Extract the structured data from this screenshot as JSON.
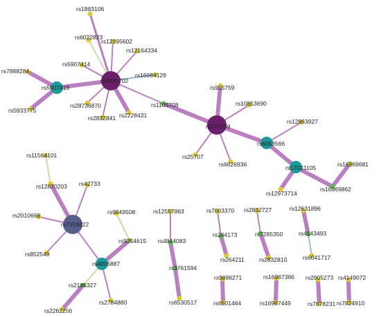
{
  "colors": {
    "edge_strong": "#b97fc0",
    "edge_weak": "#c8dca8",
    "edge_blue": "#9bb8d8",
    "node_purple": "#6b1f6b",
    "node_slate": "#565f8c",
    "node_teal": "#1e9a9a",
    "node_green": "#5bbd4e",
    "node_yellow": "#dccb30",
    "node_lime": "#a6d14a"
  },
  "nodes": [
    {
      "id": "rs1883106",
      "label": "rs1883106",
      "color": "node_yellow"
    },
    {
      "id": "rs6022823",
      "label": "rs6022823",
      "color": "node_yellow"
    },
    {
      "id": "rs12395602",
      "label": "rs12395602",
      "color": "node_yellow"
    },
    {
      "id": "rs12164334",
      "label": "rs12164334",
      "color": "node_yellow"
    },
    {
      "id": "rs5907414",
      "label": "rs5907414",
      "color": "node_yellow"
    },
    {
      "id": "rs7888284",
      "label": "rs7888284",
      "color": "node_yellow"
    },
    {
      "id": "rs5907419",
      "label": "rs5907419",
      "color": "node_teal",
      "big": 2
    },
    {
      "id": "rs5933702",
      "label": "rs5933702",
      "color": "node_purple",
      "big": 3
    },
    {
      "id": "rs16984129",
      "label": "rs16984129",
      "color": "node_yellow"
    },
    {
      "id": "rs5933775",
      "label": "rs5933775",
      "color": "node_yellow"
    },
    {
      "id": "rs28736870",
      "label": "rs28736870",
      "color": "node_yellow"
    },
    {
      "id": "rs2832841",
      "label": "rs2832841",
      "color": "node_yellow"
    },
    {
      "id": "rs2228431",
      "label": "rs2228431",
      "color": "node_yellow"
    },
    {
      "id": "rs1105708",
      "label": "rs1105708",
      "color": "node_green"
    },
    {
      "id": "rs915759",
      "label": "rs915759",
      "color": "node_yellow"
    },
    {
      "id": "rs10853690",
      "label": "rs10853690",
      "color": "node_yellow"
    },
    {
      "id": "rs723259",
      "label": "rs723259",
      "color": "node_purple",
      "big": 3
    },
    {
      "id": "rs25707",
      "label": "rs25707",
      "color": "node_yellow"
    },
    {
      "id": "rs6626936",
      "label": "rs6626936",
      "color": "node_yellow"
    },
    {
      "id": "rs12863927",
      "label": "rs12863927",
      "color": "node_yellow"
    },
    {
      "id": "rs6053566",
      "label": "rs6053566",
      "color": "node_teal",
      "big": 2
    },
    {
      "id": "rs17021105",
      "label": "rs17021105",
      "color": "node_teal",
      "big": 2
    },
    {
      "id": "rs12973714",
      "label": "rs12973714",
      "color": "node_yellow"
    },
    {
      "id": "rs16969681",
      "label": "rs16969681",
      "color": "node_yellow"
    },
    {
      "id": "rs16969862",
      "label": "rs16969862",
      "color": "node_green"
    },
    {
      "id": "rs11564101",
      "label": "rs11564101",
      "color": "node_yellow"
    },
    {
      "id": "rs12870203",
      "label": "rs12870203",
      "color": "node_yellow"
    },
    {
      "id": "rs42733",
      "label": "rs42733",
      "color": "node_yellow"
    },
    {
      "id": "rs2010668",
      "label": "rs2010668",
      "color": "node_yellow"
    },
    {
      "id": "rs7358822",
      "label": "rs7358822",
      "color": "node_slate",
      "big": 3
    },
    {
      "id": "rs852549",
      "label": "rs852549",
      "color": "node_yellow"
    },
    {
      "id": "rs9949508",
      "label": "rs9949508",
      "color": "node_yellow"
    },
    {
      "id": "rs9354615",
      "label": "rs9354615",
      "color": "node_lime"
    },
    {
      "id": "rs4806887",
      "label": "rs4806887",
      "color": "node_teal",
      "big": 2
    },
    {
      "id": "rs2186327",
      "label": "rs2186327",
      "color": "node_green"
    },
    {
      "id": "rs2262256",
      "label": "rs2262256",
      "color": "node_yellow"
    },
    {
      "id": "rs2784880",
      "label": "rs2784880",
      "color": "node_yellow"
    },
    {
      "id": "rs12557863",
      "label": "rs12557863",
      "color": "node_yellow"
    },
    {
      "id": "rs4844083",
      "label": "rs4844083",
      "color": "node_green"
    },
    {
      "id": "rs3761594",
      "label": "rs3761594",
      "color": "node_green"
    },
    {
      "id": "rs6530517",
      "label": "rs6530517",
      "color": "node_yellow"
    },
    {
      "id": "rs7003370",
      "label": "rs7003370",
      "color": "node_yellow"
    },
    {
      "id": "rs264173",
      "label": "rs264173",
      "color": "node_green"
    },
    {
      "id": "rs264211",
      "label": "rs264211",
      "color": "node_yellow"
    },
    {
      "id": "rs2832727",
      "label": "rs2832727",
      "color": "node_yellow"
    },
    {
      "id": "rs7285350",
      "label": "rs7285350",
      "color": "node_green"
    },
    {
      "id": "rs2832810",
      "label": "rs2832810",
      "color": "node_yellow"
    },
    {
      "id": "rs12631896",
      "label": "rs12631896",
      "color": "node_yellow"
    },
    {
      "id": "rs4143493",
      "label": "rs4143493",
      "color": "node_green"
    },
    {
      "id": "rs6041717",
      "label": "rs6041717",
      "color": "node_yellow"
    },
    {
      "id": "rs9896271",
      "label": "rs9896271",
      "color": "node_yellow"
    },
    {
      "id": "rs6501464",
      "label": "rs6501464",
      "color": "node_yellow"
    },
    {
      "id": "rs16967366",
      "label": "rs16967366",
      "color": "node_yellow"
    },
    {
      "id": "rs16967449",
      "label": "rs16967449",
      "color": "node_yellow"
    },
    {
      "id": "rs2905273",
      "label": "rs2905273",
      "color": "node_yellow"
    },
    {
      "id": "rs7878231",
      "label": "rs7878231",
      "color": "node_yellow"
    },
    {
      "id": "rs4149072",
      "label": "rs4149072",
      "color": "node_yellow"
    },
    {
      "id": "rs7824910",
      "label": "rs7824910",
      "color": "node_yellow"
    }
  ],
  "edges": [
    {
      "a": "rs1883106",
      "b": "rs5933702",
      "style": "edge_strong",
      "w": 2
    },
    {
      "a": "rs6022823",
      "b": "rs5933702",
      "style": "edge_weak",
      "w": 1
    },
    {
      "a": "rs12395602",
      "b": "rs5933702",
      "style": "edge_strong",
      "w": 1
    },
    {
      "a": "rs12164334",
      "b": "rs5933702",
      "style": "edge_strong",
      "w": 1
    },
    {
      "a": "rs5907414",
      "b": "rs5933702",
      "style": "edge_strong",
      "w": 1
    },
    {
      "a": "rs5907419",
      "b": "rs5933702",
      "style": "edge_strong",
      "w": 3
    },
    {
      "a": "rs16984129",
      "b": "rs5933702",
      "style": "edge_blue",
      "w": 1
    },
    {
      "a": "rs28736870",
      "b": "rs5933702",
      "style": "edge_strong",
      "w": 1
    },
    {
      "a": "rs2832841",
      "b": "rs5933702",
      "style": "edge_strong",
      "w": 1
    },
    {
      "a": "rs2228431",
      "b": "rs5933702",
      "style": "edge_strong",
      "w": 3
    },
    {
      "a": "rs5933702",
      "b": "rs1105708",
      "style": "edge_strong",
      "w": 1
    },
    {
      "a": "rs7888284",
      "b": "rs5907419",
      "style": "edge_strong",
      "w": 3
    },
    {
      "a": "rs5933775",
      "b": "rs5907419",
      "style": "edge_strong",
      "w": 3
    },
    {
      "a": "rs1105708",
      "b": "rs723259",
      "style": "edge_strong",
      "w": 3
    },
    {
      "a": "rs915759",
      "b": "rs723259",
      "style": "edge_strong",
      "w": 3
    },
    {
      "a": "rs10853690",
      "b": "rs723259",
      "style": "edge_strong",
      "w": 1
    },
    {
      "a": "rs25707",
      "b": "rs723259",
      "style": "edge_strong",
      "w": 1
    },
    {
      "a": "rs6626936",
      "b": "rs723259",
      "style": "edge_strong",
      "w": 1
    },
    {
      "a": "rs723259",
      "b": "rs6053566",
      "style": "edge_strong",
      "w": 3
    },
    {
      "a": "rs12863927",
      "b": "rs6053566",
      "style": "edge_strong",
      "w": 1
    },
    {
      "a": "rs6053566",
      "b": "rs17021105",
      "style": "edge_strong",
      "w": 3
    },
    {
      "a": "rs17021105",
      "b": "rs12973714",
      "style": "edge_strong",
      "w": 3
    },
    {
      "a": "rs17021105",
      "b": "rs16969862",
      "style": "edge_strong",
      "w": 3
    },
    {
      "a": "rs16969862",
      "b": "rs16969681",
      "style": "edge_strong",
      "w": 3
    },
    {
      "a": "rs11564101",
      "b": "rs12870203",
      "style": "edge_weak",
      "w": 1
    },
    {
      "a": "rs12870203",
      "b": "rs7358822",
      "style": "edge_strong",
      "w": 3
    },
    {
      "a": "rs42733",
      "b": "rs7358822",
      "style": "edge_strong",
      "w": 1
    },
    {
      "a": "rs2010668",
      "b": "rs7358822",
      "style": "edge_strong",
      "w": 1
    },
    {
      "a": "rs852549",
      "b": "rs7358822",
      "style": "edge_strong",
      "w": 1
    },
    {
      "a": "rs7358822",
      "b": "rs4806887",
      "style": "edge_strong",
      "w": 1
    },
    {
      "a": "rs9949508",
      "b": "rs9354615",
      "style": "edge_weak",
      "w": 1
    },
    {
      "a": "rs9354615",
      "b": "rs4806887",
      "style": "edge_strong",
      "w": 3
    },
    {
      "a": "rs4806887",
      "b": "rs2186327",
      "style": "edge_weak",
      "w": 1
    },
    {
      "a": "rs2186327",
      "b": "rs2262256",
      "style": "edge_strong",
      "w": 3
    },
    {
      "a": "rs4806887",
      "b": "rs2784880",
      "style": "edge_strong",
      "w": 1
    },
    {
      "a": "rs12557863",
      "b": "rs4844083",
      "style": "edge_strong",
      "w": 1
    },
    {
      "a": "rs4844083",
      "b": "rs3761594",
      "style": "edge_strong",
      "w": 3
    },
    {
      "a": "rs3761594",
      "b": "rs6530517",
      "style": "edge_strong",
      "w": 3
    },
    {
      "a": "rs7003370",
      "b": "rs264173",
      "style": "edge_strong",
      "w": 1
    },
    {
      "a": "rs264173",
      "b": "rs264211",
      "style": "edge_strong",
      "w": 3
    },
    {
      "a": "rs2832727",
      "b": "rs7285350",
      "style": "edge_strong",
      "w": 1
    },
    {
      "a": "rs7285350",
      "b": "rs2832810",
      "style": "edge_strong",
      "w": 3
    },
    {
      "a": "rs12631896",
      "b": "rs4143493",
      "style": "edge_strong",
      "w": 3
    },
    {
      "a": "rs4143493",
      "b": "rs6041717",
      "style": "edge_blue",
      "w": 1
    },
    {
      "a": "rs9896271",
      "b": "rs6501464",
      "style": "edge_strong",
      "w": 3
    },
    {
      "a": "rs16967366",
      "b": "rs16967449",
      "style": "edge_strong",
      "w": 3
    },
    {
      "a": "rs2905273",
      "b": "rs7878231",
      "style": "edge_strong",
      "w": 3
    },
    {
      "a": "rs4149072",
      "b": "rs7824910",
      "style": "edge_strong",
      "w": 3
    }
  ]
}
